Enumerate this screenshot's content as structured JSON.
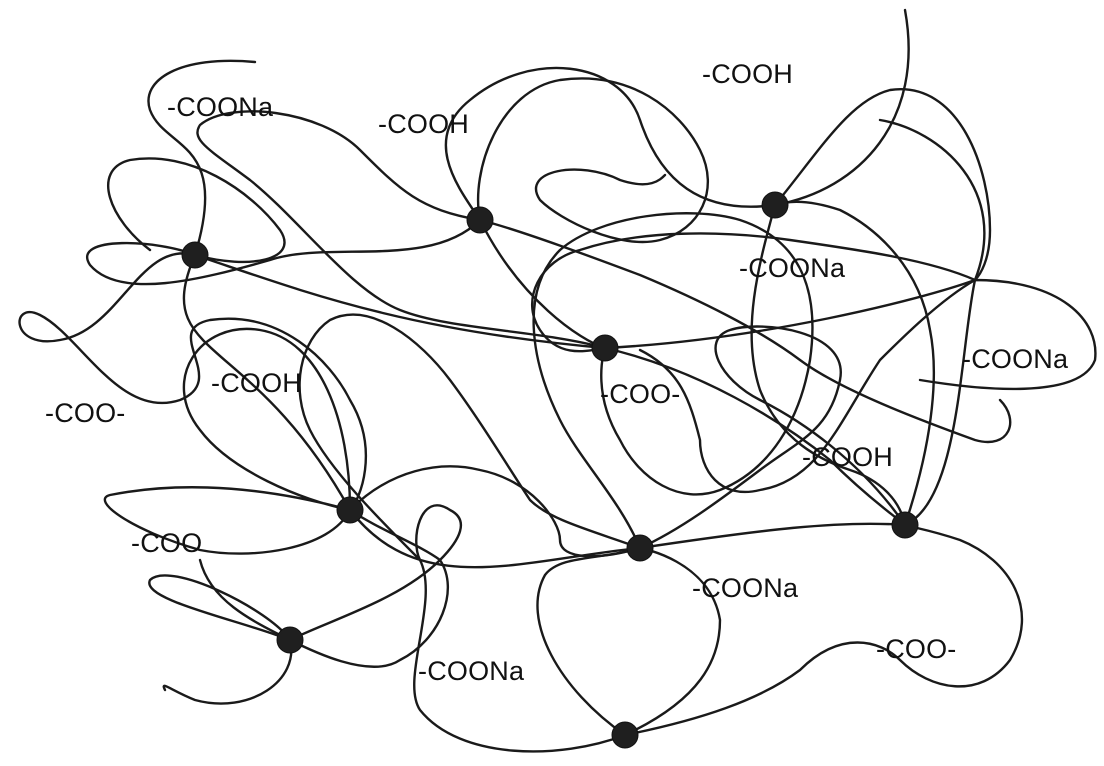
{
  "diagram": {
    "labels": [
      "-COONa",
      "-COOH",
      "-COOH",
      "-COONa",
      "-COONa",
      "-COOH",
      "-COO-",
      "-COO-",
      "-COOH",
      "-COO",
      "-COONa",
      "-COONa",
      "-COO-"
    ]
  }
}
